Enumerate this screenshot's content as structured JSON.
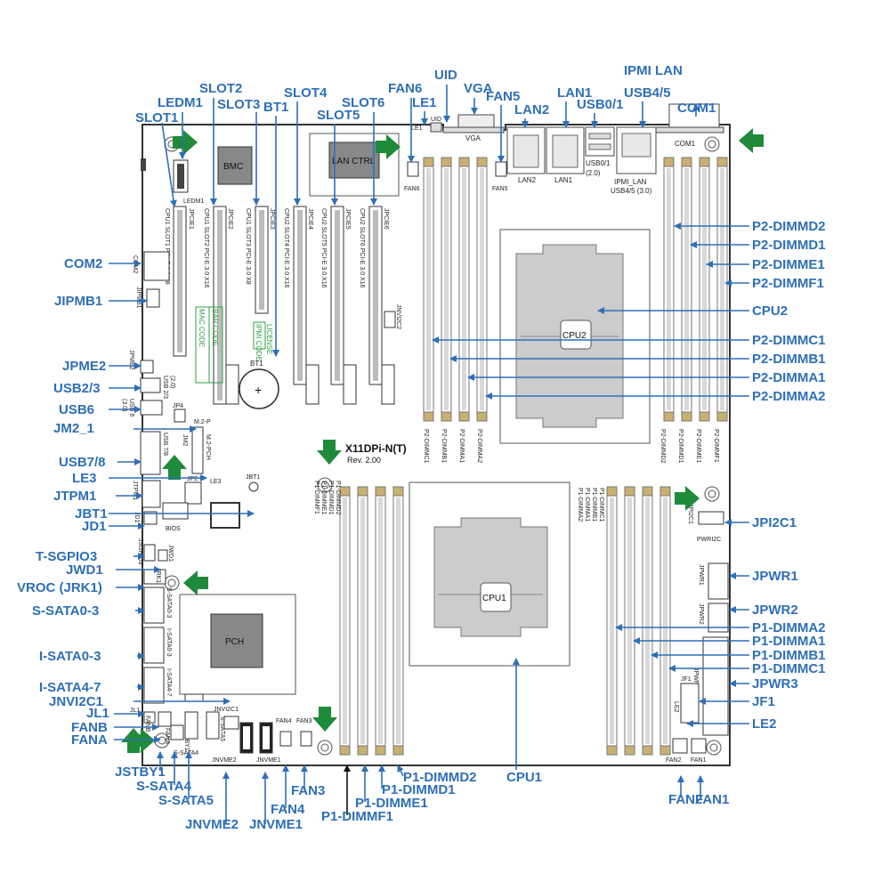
{
  "board": {
    "model": "X11DPi-N(T)",
    "revision": "Rev. 2.00"
  },
  "colors": {
    "callout": "#2e6fb7",
    "mount_arrow": "#1f8a3a",
    "board_edge": "#333333",
    "dimm_slot": "#d9d9d9",
    "dimm_latch": "#c9b070"
  },
  "chips": {
    "bmc": "BMC",
    "lan_ctrl": "LAN CTRL",
    "cpu1": "CPU1",
    "cpu2": "CPU2",
    "pch": "PCH",
    "bt1": "BT1",
    "bios": "BIOS"
  },
  "mount_arrows": [
    "down",
    "down",
    "left",
    "left",
    "right",
    "right",
    "up",
    "up"
  ],
  "callouts": [
    {
      "id": "slot1",
      "label": "SLOT1"
    },
    {
      "id": "ledm1",
      "label": "LEDM1"
    },
    {
      "id": "slot2",
      "label": "SLOT2"
    },
    {
      "id": "slot3",
      "label": "SLOT3"
    },
    {
      "id": "bt1",
      "label": "BT1"
    },
    {
      "id": "slot4",
      "label": "SLOT4"
    },
    {
      "id": "slot5",
      "label": "SLOT5"
    },
    {
      "id": "slot6",
      "label": "SLOT6"
    },
    {
      "id": "fan6",
      "label": "FAN6"
    },
    {
      "id": "le1",
      "label": "LE1"
    },
    {
      "id": "uid",
      "label": "UID"
    },
    {
      "id": "vga",
      "label": "VGA"
    },
    {
      "id": "fan5",
      "label": "FAN5"
    },
    {
      "id": "lan2",
      "label": "LAN2"
    },
    {
      "id": "lan1",
      "label": "LAN1"
    },
    {
      "id": "usb01",
      "label": "USB0/1"
    },
    {
      "id": "ipmilan",
      "label": "IPMI LAN"
    },
    {
      "id": "usb45",
      "label": "USB4/5"
    },
    {
      "id": "com1",
      "label": "COM1"
    },
    {
      "id": "p2d2",
      "label": "P2-DIMMD2"
    },
    {
      "id": "p2d1",
      "label": "P2-DIMMD1"
    },
    {
      "id": "p2e1",
      "label": "P2-DIMME1"
    },
    {
      "id": "p2f1",
      "label": "P2-DIMMF1"
    },
    {
      "id": "cpu2",
      "label": "CPU2"
    },
    {
      "id": "p2c1",
      "label": "P2-DIMMC1"
    },
    {
      "id": "p2b1",
      "label": "P2-DIMMB1"
    },
    {
      "id": "p2a1",
      "label": "P2-DIMMA1"
    },
    {
      "id": "p2a2",
      "label": "P2-DIMMA2"
    },
    {
      "id": "jpi2c1",
      "label": "JPI2C1"
    },
    {
      "id": "jpwr1",
      "label": "JPWR1"
    },
    {
      "id": "jpwr2",
      "label": "JPWR2"
    },
    {
      "id": "p1a2",
      "label": "P1-DIMMA2"
    },
    {
      "id": "p1a1",
      "label": "P1-DIMMA1"
    },
    {
      "id": "p1b1",
      "label": "P1-DIMMB1"
    },
    {
      "id": "p1c1",
      "label": "P1-DIMMC1"
    },
    {
      "id": "jpwr3",
      "label": "JPWR3"
    },
    {
      "id": "jf1",
      "label": "JF1"
    },
    {
      "id": "le2",
      "label": "LE2"
    },
    {
      "id": "com2",
      "label": "COM2"
    },
    {
      "id": "jipmb1",
      "label": "JIPMB1"
    },
    {
      "id": "jpme2",
      "label": "JPME2"
    },
    {
      "id": "usb23",
      "label": "USB2/3"
    },
    {
      "id": "usb6",
      "label": "USB6"
    },
    {
      "id": "jm21",
      "label": "JM2_1"
    },
    {
      "id": "usb78",
      "label": "USB7/8"
    },
    {
      "id": "le3",
      "label": "LE3"
    },
    {
      "id": "jtpm1",
      "label": "JTPM1"
    },
    {
      "id": "jbt1",
      "label": "JBT1"
    },
    {
      "id": "jd1",
      "label": "JD1"
    },
    {
      "id": "tsgpio3",
      "label": "T-SGPIO3"
    },
    {
      "id": "jwd1",
      "label": "JWD1"
    },
    {
      "id": "vroc",
      "label": "VROC (JRK1)"
    },
    {
      "id": "ssata03",
      "label": "S-SATA0-3"
    },
    {
      "id": "isata03",
      "label": "I-SATA0-3"
    },
    {
      "id": "isata47",
      "label": "I-SATA4-7"
    },
    {
      "id": "jnvi2c1",
      "label": "JNVI2C1"
    },
    {
      "id": "jl1",
      "label": "JL1"
    },
    {
      "id": "fanb",
      "label": "FANB"
    },
    {
      "id": "fana",
      "label": "FANA"
    },
    {
      "id": "jstby1",
      "label": "JSTBY1"
    },
    {
      "id": "ssata4",
      "label": "S-SATA4"
    },
    {
      "id": "ssata5",
      "label": "S-SATA5"
    },
    {
      "id": "jnvme2",
      "label": "JNVME2"
    },
    {
      "id": "jnvme1",
      "label": "JNVME1"
    },
    {
      "id": "fan4",
      "label": "FAN4"
    },
    {
      "id": "fan3",
      "label": "FAN3"
    },
    {
      "id": "p1d2",
      "label": "P1-DIMMD2"
    },
    {
      "id": "p1d1",
      "label": "P1-DIMMD1"
    },
    {
      "id": "p1e1",
      "label": "P1-DIMME1"
    },
    {
      "id": "p1f1",
      "label": "P1-DIMMF1"
    },
    {
      "id": "cpu1",
      "label": "CPU1"
    },
    {
      "id": "fan2",
      "label": "FAN2"
    },
    {
      "id": "fan1",
      "label": "FAN1"
    }
  ],
  "silkscreen": {
    "slot_labels": [
      "CPU1 SLOT1 PCI-E 3.0 X8",
      "CPU1 SLOT2 PCI-E 3.0 X16",
      "CPU1 SLOT3 PCI-E 3.0 X8",
      "CPU2 SLOT4 PCI-E 3.0 X16",
      "CPU2 SLOT5 PCI-E 3.0 X16",
      "CPU2 SLOT6 PCI-E 3.0 X16"
    ],
    "slot_connectors": [
      "JPCIE1",
      "JPCIE2",
      "JPCIE3",
      "JPCIE4",
      "JPCIE5",
      "JPCIE6"
    ],
    "mac_code": "MAC CODE",
    "bar_code": "BAR CODE",
    "ipmi_code": "IPMI CODE",
    "license": "LICENSE",
    "jnvi2c2": "JNVI2C2",
    "ledm1": "LEDM1",
    "vga": "VGA",
    "uid": "UID",
    "le1": "LE1",
    "lan2": "LAN2",
    "lan1": "LAN1",
    "usb01": "USB0/1",
    "usb01_ver": "(2.0)",
    "ipmi_lan": "IPMI_LAN",
    "usb45": "USB4/5 (3.0)",
    "com1": "COM1",
    "fan6": "FAN6",
    "fan5": "FAN5",
    "com2": "COM2",
    "jipmb1": "JIPMB1",
    "jpme2": "JPME2",
    "usb23": "USB 2/3",
    "usb23_ver": "(2.0)",
    "usb6": "USB 6",
    "usb6_ver": "(3.0)",
    "jp4": "JP4",
    "m2p": "M.2-P",
    "jm2": "JM2",
    "m2pch": "M.2-PCH",
    "usb78": "USB 7/8",
    "jp2": "JP2",
    "le3": "LE3",
    "jbt1": "JBT1",
    "jtpm1": "JTPM1",
    "jd1": "JD1",
    "bios": "BIOS",
    "jsgpio": "JSGPIO3",
    "jwd1": "JWD1",
    "jrk1": "JRK1",
    "ssata03": "S-SATA0-3",
    "isata03": "I-SATA0-3",
    "isata47": "I-SATA4-7",
    "jnvi2c1": "JNVI2C1",
    "jl1": "JL1",
    "fanb": "FANB",
    "fana": "FANA",
    "jstby1": "JSTBY1",
    "ssata4": "S-SATA4",
    "ssata5": "S-SATA5",
    "jnvme2": "JNVME2",
    "jnvme1": "JNVME1",
    "fan4": "FAN4",
    "fan3": "FAN3",
    "p2_dimms_left": [
      "P2-DIMMC1",
      "P2-DIMMB1",
      "P2-DIMMA1",
      "P2-DIMMA2"
    ],
    "p2_dimms_right": [
      "P2-DIMMD2",
      "P2-DIMMD1",
      "P2-DIMME1",
      "P2-DIMMF1"
    ],
    "p1_dimms_left": [
      "P1-DIMMD2",
      "P1-DIMMD1",
      "P1-DIMME1",
      "P1-DIMMF1"
    ],
    "p1_dimms_right": [
      "P1-DIMMC1",
      "P1-DIMMB1",
      "P1-DIMMA1",
      "P1-DIMMA2"
    ],
    "jpi2c1": "JPI2C1",
    "pwri2c": "PWRI2C",
    "jpwr1": "JPWR1",
    "jpwr2": "JPWR2",
    "jpwr3": "JPWR3",
    "jf1": "JF1",
    "le2": "LE2",
    "fan2": "FAN2",
    "fan1": "FAN1"
  }
}
